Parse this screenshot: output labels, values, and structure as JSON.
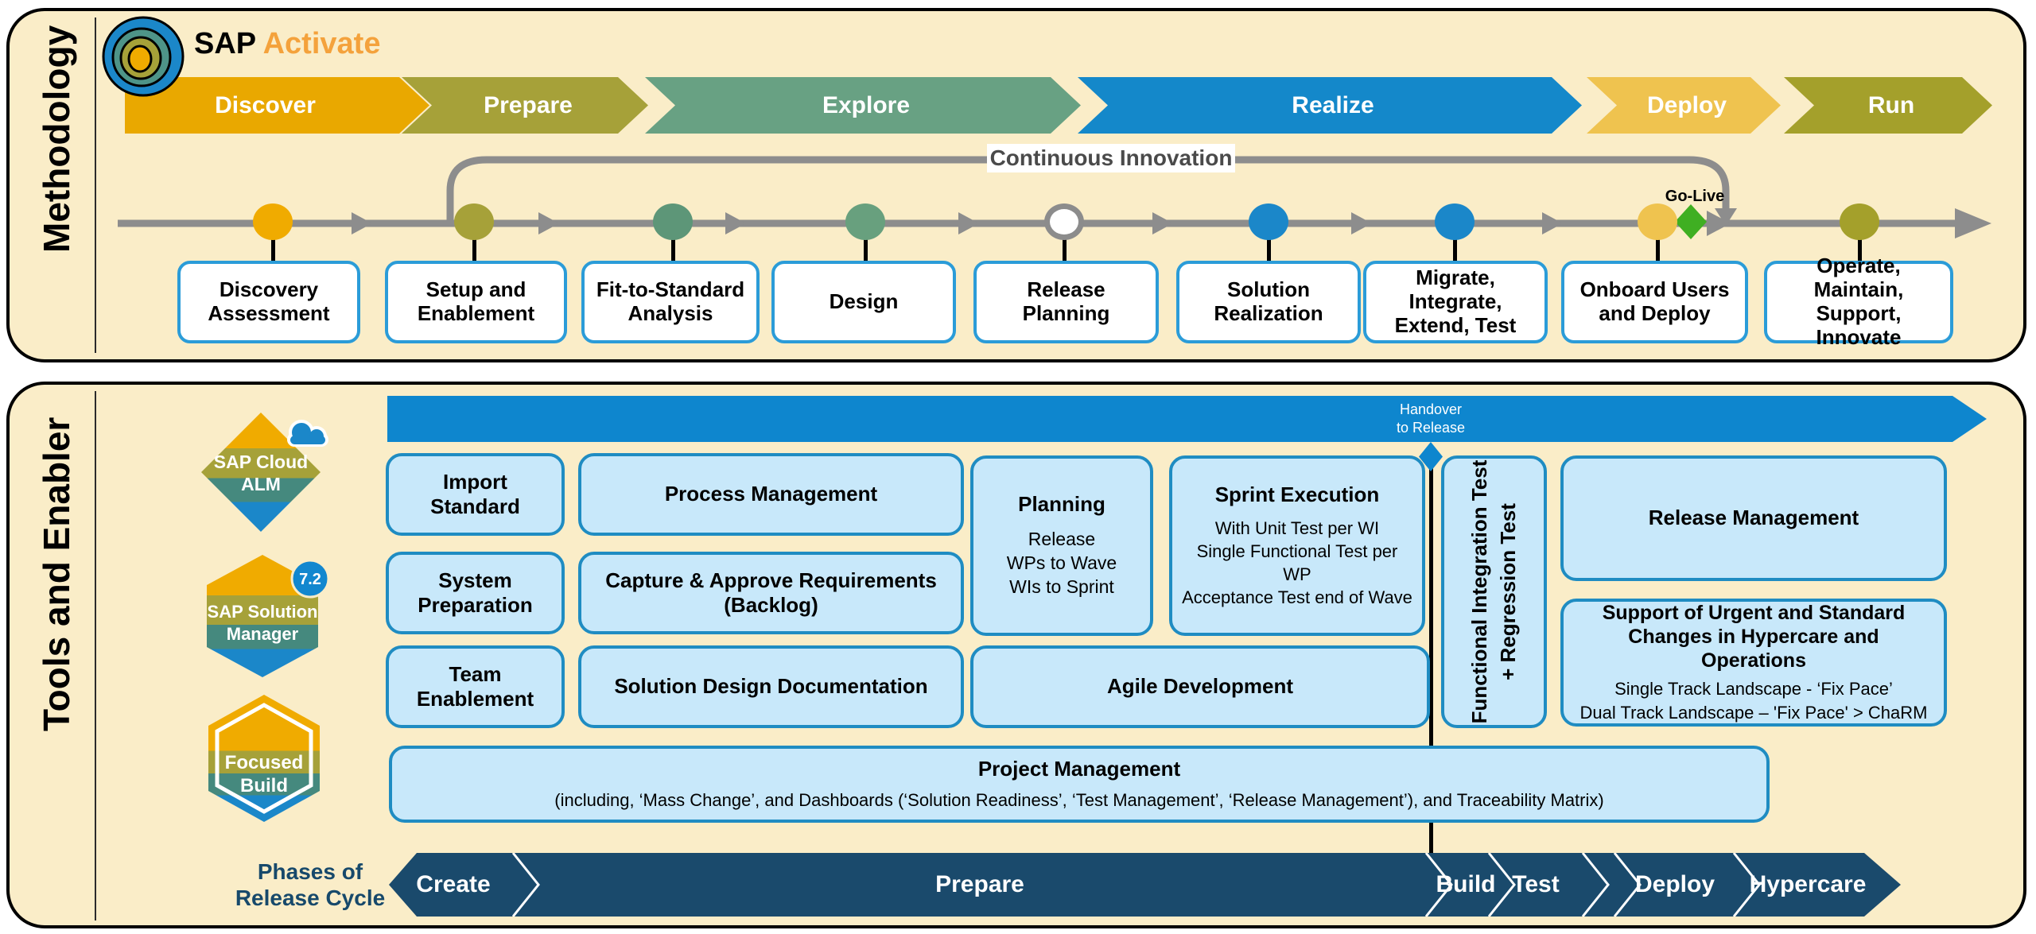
{
  "logo": {
    "sap": "SAP",
    "activate": "Activate"
  },
  "panel_labels": {
    "top": "Methodology",
    "bottom": "Tools and Enabler"
  },
  "palette": {
    "cream": "#FAEDC8",
    "bar_blue": "#0E86CE",
    "navy": "#1A4A6C",
    "box_fill": "#C8E8FA",
    "box_border": "#1F8CC2",
    "milestone_border": "#2B9CD8",
    "timeline_gray": "#8D8D8D",
    "golive_green": "#3FAF22",
    "activate_orange": "#F4A23C"
  },
  "methodology": {
    "phases": [
      {
        "label": "Discover",
        "color": "#E9A800"
      },
      {
        "label": "Prepare",
        "color": "#A6A139"
      },
      {
        "label": "Explore",
        "color": "#68A183"
      },
      {
        "label": "Realize",
        "color": "#1488CA"
      },
      {
        "label": "Deploy",
        "color": "#EFC34F"
      },
      {
        "label": "Run",
        "color": "#A4A02B"
      }
    ],
    "continuous_innovation": "Continuous Innovation",
    "go_live": "Go-Live",
    "milestones": [
      {
        "label": "Discovery Assessment",
        "color": "#F0AB00"
      },
      {
        "label": "Setup and Enablement",
        "color": "#A6A139"
      },
      {
        "label": "Fit-to-Standard Analysis",
        "color": "#5D9678"
      },
      {
        "label": "Design",
        "color": "#68A07E"
      },
      {
        "label": "Release Planning",
        "color": "#FFFFFF"
      },
      {
        "label": "Solution Realization",
        "color": "#1B87C9"
      },
      {
        "label": "Migrate, Integrate, Extend, Test",
        "color": "#1B87C9"
      },
      {
        "label": "Onboard Users and Deploy",
        "color": "#EFC34F"
      },
      {
        "label": "Operate, Maintain, Support, Innovate",
        "color": "#A4A02B"
      }
    ]
  },
  "tools": {
    "badges": {
      "cloud_alm": {
        "line1": "SAP Cloud",
        "line2": "ALM"
      },
      "solman": {
        "line1": "SAP Solution",
        "line2": "Manager",
        "version": "7.2"
      },
      "focused_build": {
        "line1": "Focused",
        "line2": "Build"
      }
    },
    "handover": {
      "line1": "Handover",
      "line2": "to Release"
    },
    "boxes": {
      "import_standard": "Import Standard",
      "process_management": "Process Management",
      "system_preparation": "System Preparation",
      "capture_requirements": "Capture & Approve Requirements (Backlog)",
      "team_enablement": "Team Enablement",
      "solution_design": "Solution Design Documentation",
      "planning": {
        "title": "Planning",
        "line1": "Release",
        "line2": "WPs to Wave",
        "line3": "WIs to Sprint"
      },
      "sprint_execution": {
        "title": "Sprint Execution",
        "line1": "With Unit Test per WI",
        "line2": "Single Functional Test  per WP",
        "line3": "Acceptance Test end of Wave"
      },
      "agile_development": "Agile Development",
      "integration_test": {
        "line1": "Functional Integration Test",
        "line2": "+ Regression Test"
      },
      "release_management": "Release Management",
      "support_changes": {
        "title_line1": "Support of Urgent and Standard",
        "title_line2": "Changes in Hypercare and Operations",
        "body_line1": "Single Track Landscape - ‘Fix Pace’",
        "body_line2": "Dual Track Landscape – 'Fix Pace' > ChaRM"
      },
      "project_management": {
        "title": "Project Management",
        "subtitle": "(including, ‘Mass Change’, and Dashboards (‘Solution Readiness’, ‘Test Management’, ‘Release Management’), and Traceability Matrix)"
      }
    },
    "release_cycle": {
      "label_line1": "Phases of",
      "label_line2": "Release Cycle",
      "phases": [
        {
          "label": "Create"
        },
        {
          "label": "Prepare"
        },
        {
          "label": "Build"
        },
        {
          "label": "Test"
        },
        {
          "label": "Deploy"
        },
        {
          "label": "Hypercare"
        }
      ]
    }
  }
}
